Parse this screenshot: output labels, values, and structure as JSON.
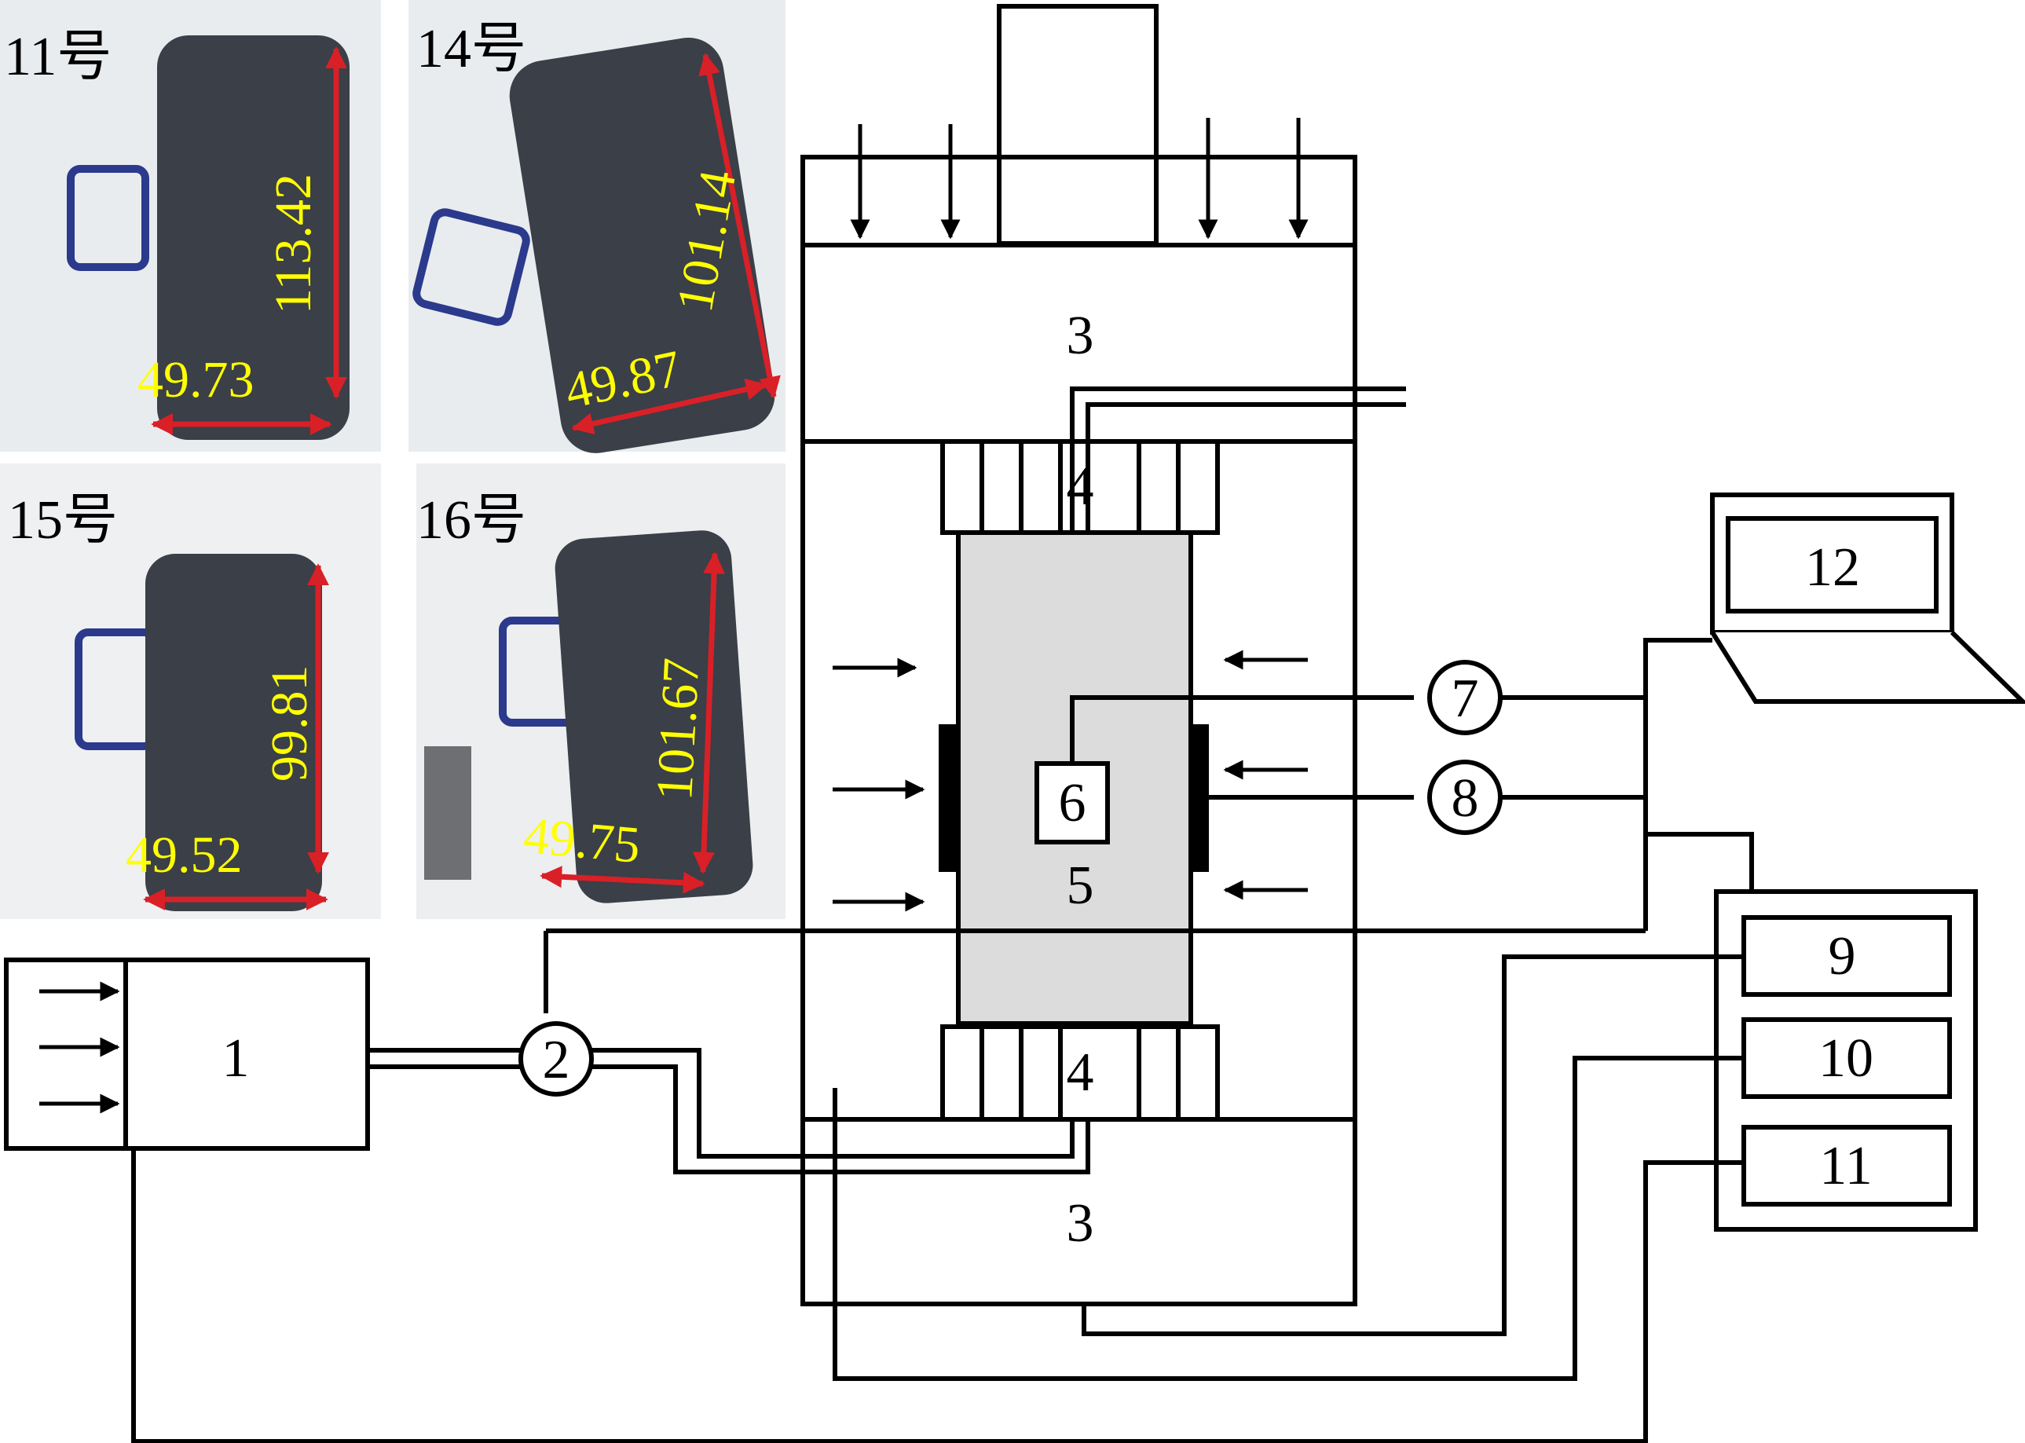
{
  "photos": [
    {
      "id": "11",
      "label": "11号",
      "height": "113.42",
      "width": "49.73"
    },
    {
      "id": "14",
      "label": "14号",
      "height": "101.14",
      "width": "49.87"
    },
    {
      "id": "15",
      "label": "15号",
      "height": "99.81",
      "width": "49.52"
    },
    {
      "id": "16",
      "label": "16号",
      "height": "101.67",
      "width": "49.75"
    }
  ],
  "components": {
    "c1": "1",
    "c2": "2",
    "c3_top": "3",
    "c3_bottom": "3",
    "c4_top": "4",
    "c4_bottom": "4",
    "c5": "5",
    "c6": "6",
    "c7": "7",
    "c8": "8",
    "c9": "9",
    "c10": "10",
    "c11": "11",
    "c12": "12"
  },
  "colors": {
    "line": "#000000",
    "specimen_fill": "#dcdcdc",
    "dimension_line": "#d92027",
    "dimension_text": "#ffff00",
    "sample": "#3a3f48",
    "paper": "#e9ecef"
  }
}
